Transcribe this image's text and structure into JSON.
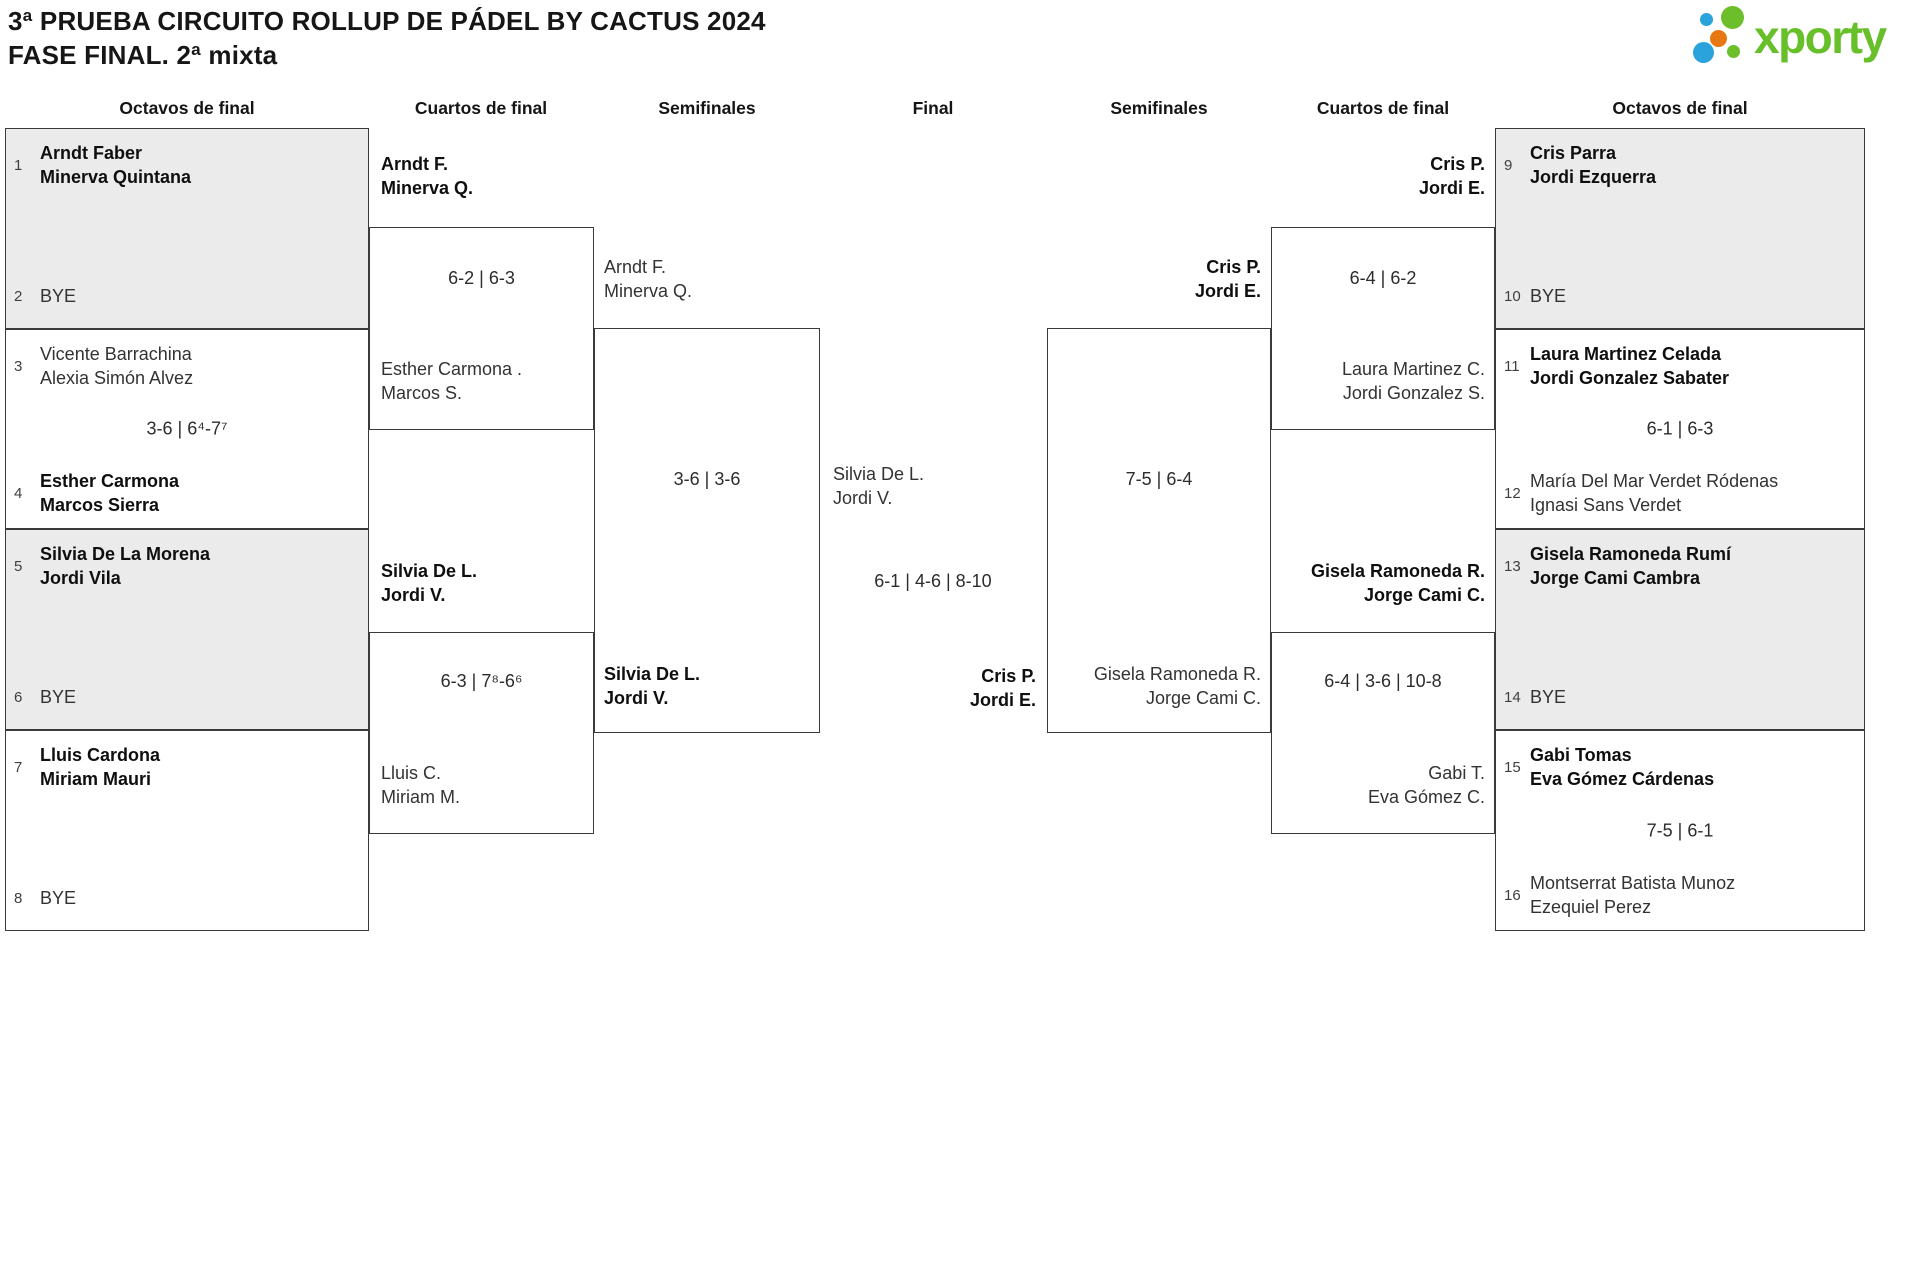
{
  "title": {
    "line1": "3ª PRUEBA CIRCUITO ROLLUP DE PÁDEL BY CACTUS 2024",
    "line2": "FASE FINAL. 2ª mixta"
  },
  "logo": {
    "text": "xporty",
    "green": "#67bf29",
    "blue": "#2aa3dc",
    "orange": "#e87711"
  },
  "colors": {
    "box_shade": "#ebebeb",
    "box_border": "#3a3a3a",
    "winner_text": "#0f0f0f",
    "regular_text": "#333333"
  },
  "round_headers": [
    "Octavos de final",
    "Cuartos de final",
    "Semifinales",
    "Final",
    "Semifinales",
    "Cuartos de final",
    "Octavos de final"
  ],
  "bracket": {
    "octavos_left": [
      {
        "top": {
          "seed": "1",
          "p1": "Arndt Faber",
          "p2": "Minerva Quintana",
          "winner": true
        },
        "bottom": {
          "seed": "2",
          "label": "BYE"
        },
        "score": ""
      },
      {
        "top": {
          "seed": "3",
          "p1": "Vicente Barrachina",
          "p2": "Alexia Simón Alvez",
          "winner": false
        },
        "score": "3-6 | 6⁴-7⁷",
        "bottom": {
          "seed": "4",
          "p1": "Esther Carmona",
          "p2": "Marcos Sierra",
          "winner": true
        }
      },
      {
        "top": {
          "seed": "5",
          "p1": "Silvia De La Morena",
          "p2": "Jordi Vila",
          "winner": true
        },
        "bottom": {
          "seed": "6",
          "label": "BYE"
        },
        "score": ""
      },
      {
        "top": {
          "seed": "7",
          "p1": "Lluis Cardona",
          "p2": "Miriam Mauri",
          "winner": true
        },
        "bottom": {
          "seed": "8",
          "label": "BYE"
        },
        "score": ""
      }
    ],
    "quarters_left": [
      {
        "team1": {
          "p1": "Arndt F.",
          "p2": "Minerva Q.",
          "winner": true
        },
        "score": "6-2 | 6-3",
        "team2": {
          "p1": "Esther Carmona .",
          "p2": "Marcos S.",
          "winner": false
        }
      },
      {
        "team1": {
          "p1": "Silvia De L.",
          "p2": "Jordi V.",
          "winner": true
        },
        "score": "6-3 | 7⁸-6⁶",
        "team2": {
          "p1": "Lluis C.",
          "p2": "Miriam M.",
          "winner": false
        }
      }
    ],
    "semifinal_left": {
      "team1": {
        "p1": "Arndt F.",
        "p2": "Minerva Q.",
        "winner": false
      },
      "score": "3-6 | 3-6",
      "team2": {
        "p1": "Silvia De L.",
        "p2": "Jordi V.",
        "winner": true
      }
    },
    "final": {
      "team1": {
        "p1": "Silvia De L.",
        "p2": "Jordi V.",
        "winner": false
      },
      "score": "6-1 | 4-6 | 8-10",
      "team2": {
        "p1": "Cris P.",
        "p2": "Jordi E.",
        "winner": true
      }
    },
    "semifinal_right": {
      "team1": {
        "p1": "Cris P.",
        "p2": "Jordi E.",
        "winner": true
      },
      "score": "7-5 | 6-4",
      "team2": {
        "p1": "Gisela Ramoneda R.",
        "p2": "Jorge Cami C.",
        "winner": false
      }
    },
    "quarters_right": [
      {
        "team1": {
          "p1": "Cris P.",
          "p2": "Jordi E.",
          "winner": true
        },
        "score": "6-4 | 6-2",
        "team2": {
          "p1": "Laura Martinez C.",
          "p2": "Jordi Gonzalez S.",
          "winner": false
        }
      },
      {
        "team1": {
          "p1": "Gisela Ramoneda R.",
          "p2": "Jorge Cami C.",
          "winner": true
        },
        "score": "6-4 | 3-6 | 10-8",
        "team2": {
          "p1": "Gabi T.",
          "p2": "Eva Gómez C.",
          "winner": false
        }
      }
    ],
    "octavos_right": [
      {
        "top": {
          "seed": "9",
          "p1": "Cris Parra",
          "p2": "Jordi Ezquerra",
          "winner": true
        },
        "bottom": {
          "seed": "10",
          "label": "BYE"
        },
        "score": ""
      },
      {
        "top": {
          "seed": "11",
          "p1": "Laura Martinez Celada",
          "p2": "Jordi Gonzalez Sabater",
          "winner": true
        },
        "score": "6-1 | 6-3",
        "bottom": {
          "seed": "12",
          "p1": "María Del Mar Verdet Ródenas",
          "p2": "Ignasi Sans Verdet",
          "winner": false
        }
      },
      {
        "top": {
          "seed": "13",
          "p1": "Gisela Ramoneda Rumí",
          "p2": "Jorge Cami Cambra",
          "winner": true
        },
        "bottom": {
          "seed": "14",
          "label": "BYE"
        },
        "score": ""
      },
      {
        "top": {
          "seed": "15",
          "p1": "Gabi Tomas",
          "p2": "Eva Gómez Cárdenas",
          "winner": true
        },
        "score": "7-5 | 6-1",
        "bottom": {
          "seed": "16",
          "p1": "Montserrat Batista Munoz",
          "p2": "Ezequiel Perez",
          "winner": false
        }
      }
    ]
  }
}
